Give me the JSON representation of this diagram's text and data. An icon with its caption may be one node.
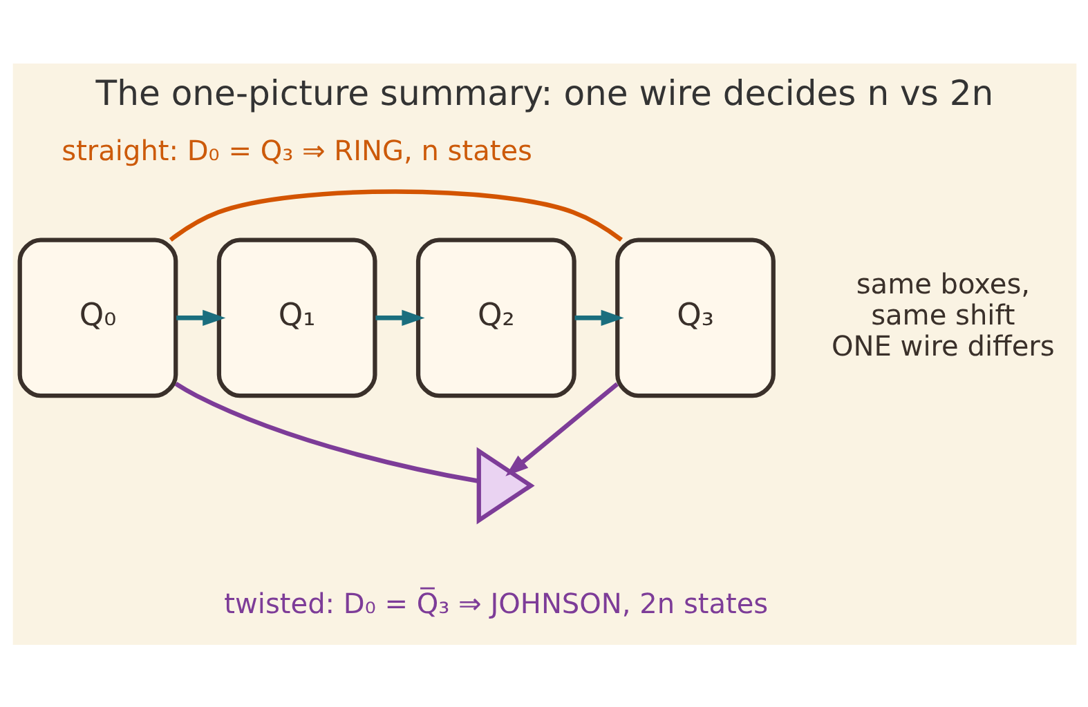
{
  "diagram": {
    "title": "The one-picture summary: one wire decides n vs 2n",
    "nodes": [
      {
        "text": [
          "Q₀"
        ]
      },
      {
        "text": [
          "Q₁"
        ]
      },
      {
        "text": [
          "Q₂"
        ]
      },
      {
        "text": [
          "Q₃"
        ]
      },
      {
        "text": [],
        "shape": "triangle"
      }
    ],
    "edges": [
      {
        "from": 0,
        "to": 1,
        "arrow": "to"
      },
      {
        "from": 1,
        "to": 2,
        "arrow": "to"
      },
      {
        "from": 2,
        "to": 3,
        "arrow": "to"
      },
      {
        "from": 3,
        "to": 0,
        "arrow": "none",
        "color": "#d35400"
      },
      {
        "from": 3,
        "to": 4,
        "arrow": "to",
        "color": "#7d3c98"
      },
      {
        "from": 4,
        "to": 0,
        "arrow": "none",
        "color": "#7d3c98"
      }
    ],
    "labels": [
      "straight: D₀ = Q₃ ⇒ RING, n states",
      "twisted: D₀ = Q̅₃ ⇒ JOHNSON, 2n states",
      "same boxes, same shift ONE wire differs"
    ]
  }
}
